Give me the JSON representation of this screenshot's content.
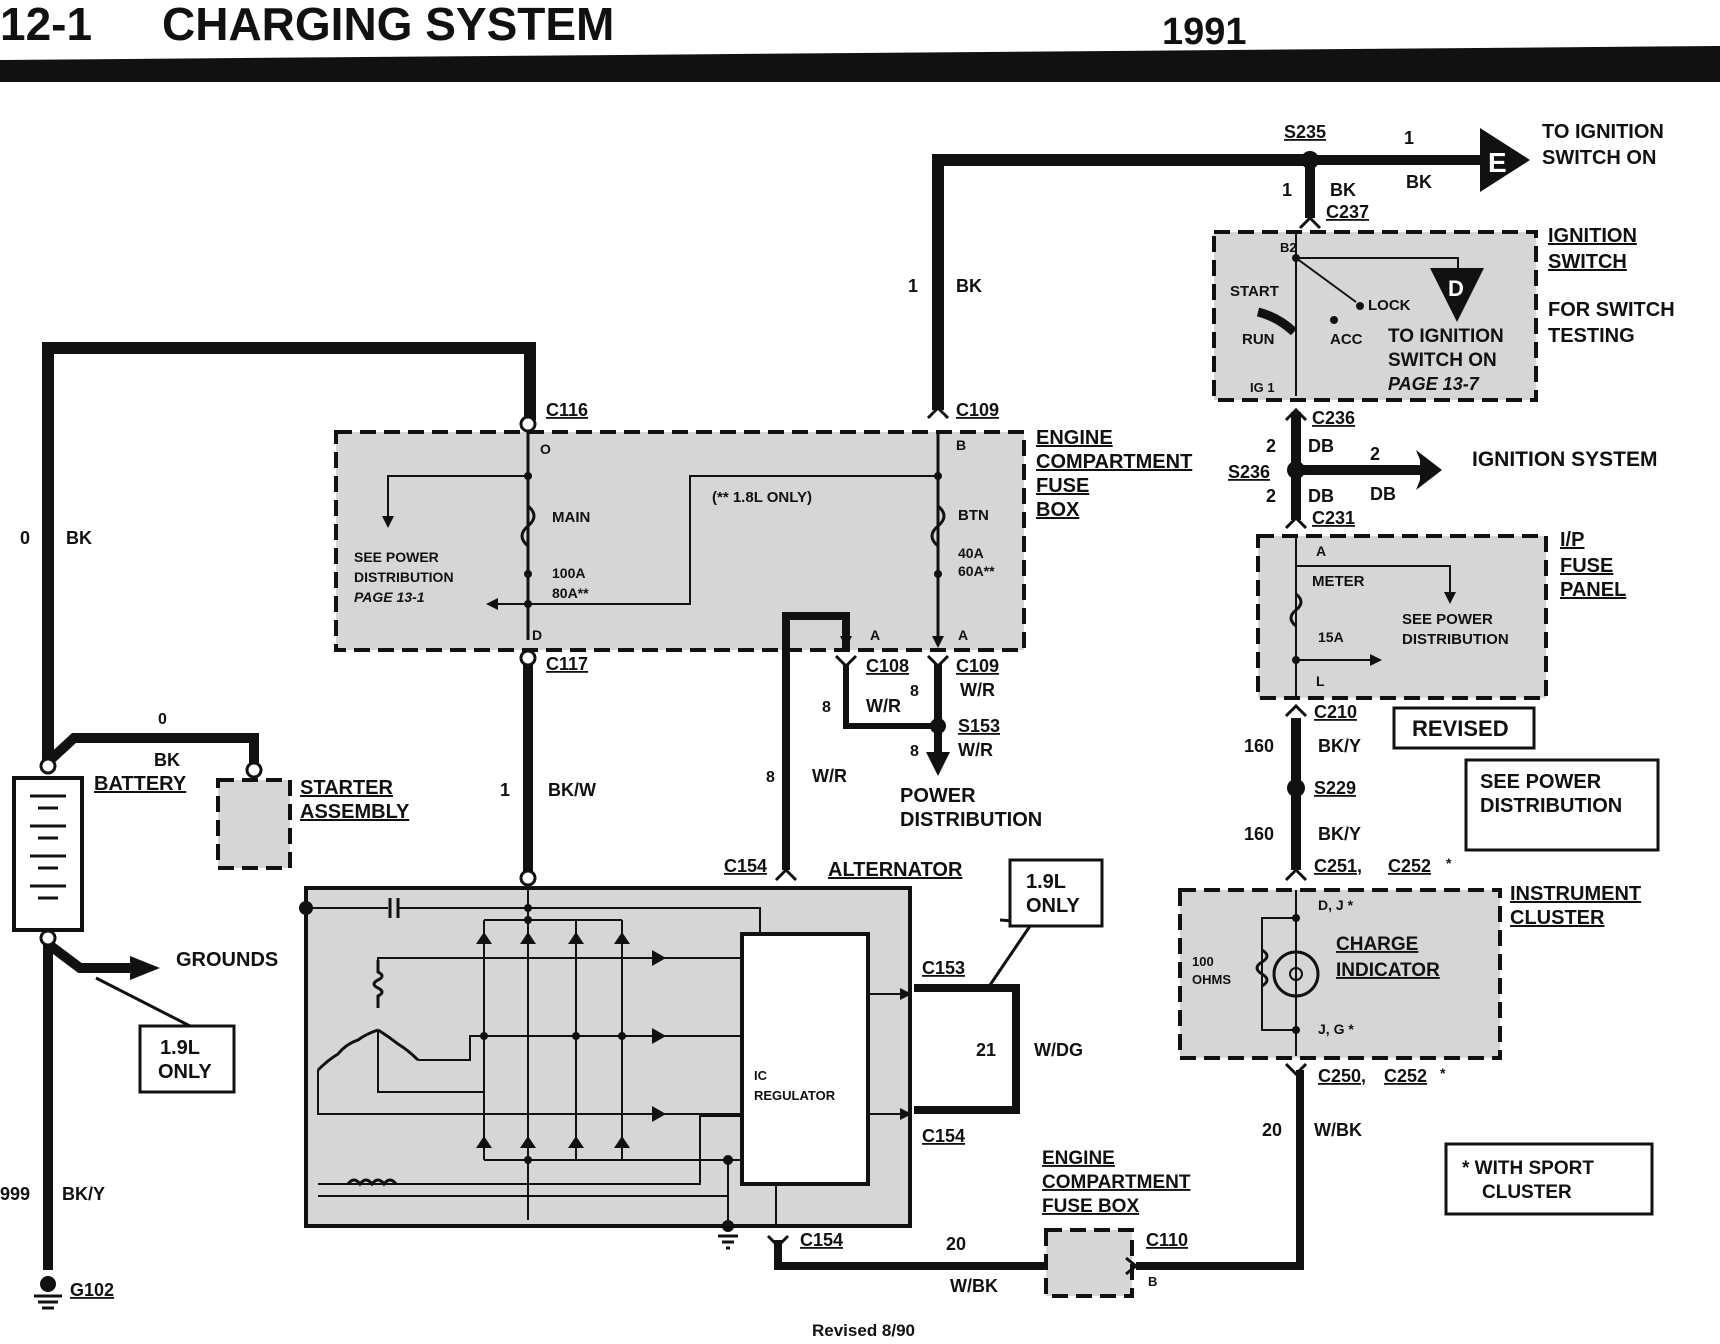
{
  "header": {
    "section": "12-1",
    "title": "CHARGING SYSTEM",
    "year": "1991"
  },
  "footer": {
    "revision": "Revised 8/90"
  },
  "connectors": {
    "c116": "C116",
    "c109_top": "C109",
    "c117": "C117",
    "c108": "C108",
    "c109_bot": "C109",
    "s153": "S153",
    "s235": "S235",
    "c237": "C237",
    "c236": "C236",
    "s236": "S236",
    "c231": "C231",
    "c210": "C210",
    "s229": "S229",
    "c251": "C251,",
    "c252_top": "C252",
    "c250": "C250,",
    "c252_bot": "C252",
    "c154_top": "C154",
    "c153": "C153",
    "c154_right": "C154",
    "c154_bot": "C154",
    "c110": "C110",
    "g102": "G102"
  },
  "components": {
    "engine_fuse_box": [
      "ENGINE",
      "COMPARTMENT",
      "FUSE",
      "BOX"
    ],
    "ignition_switch": [
      "IGNITION",
      "SWITCH"
    ],
    "switch_testing": [
      "FOR SWITCH",
      "TESTING"
    ],
    "ip_fuse_panel": [
      "I/P",
      "FUSE",
      "PANEL"
    ],
    "instrument_cluster": [
      "INSTRUMENT",
      "CLUSTER"
    ],
    "charge_indicator": [
      "CHARGE",
      "INDICATOR"
    ],
    "battery": "BATTERY",
    "starter": [
      "STARTER",
      "ASSEMBLY"
    ],
    "alternator": "ALTERNATOR",
    "ic_regulator": [
      "IC",
      "REGULATOR"
    ],
    "engine_fuse_box_bottom": [
      "ENGINE",
      "COMPARTMENT",
      "FUSE BOX"
    ]
  },
  "labels": {
    "to_ign_switch_on": [
      "TO IGNITION",
      "SWITCH ON"
    ],
    "ign_inner": [
      "TO IGNITION",
      "SWITCH ON",
      "PAGE 13-7"
    ],
    "ignition_system": "IGNITION SYSTEM",
    "power_distribution": [
      "POWER",
      "DISTRIBUTION"
    ],
    "see_power_dist_fuse": [
      "SEE POWER",
      "DISTRIBUTION",
      "PAGE 13-1"
    ],
    "see_power_dist_panel": [
      "SEE POWER",
      "DISTRIBUTION"
    ],
    "see_power_dist_box": [
      "SEE POWER",
      "DISTRIBUTION"
    ],
    "revised": "REVISED",
    "grounds": "GROUNDS",
    "only_19_left": [
      "1.9L",
      "ONLY"
    ],
    "only_19_right": [
      "1.9L",
      "ONLY"
    ],
    "sport_cluster": [
      "* WITH SPORT",
      "CLUSTER"
    ],
    "only_18": "(** 1.8L ONLY)",
    "main_fuse": [
      "MAIN",
      "100A",
      "80A**"
    ],
    "btn_fuse": [
      "BTN",
      "40A",
      "60A**"
    ],
    "meter_fuse": [
      "METER",
      "15A"
    ],
    "switch_positions": {
      "start": "START",
      "run": "RUN",
      "acc": "ACC",
      "lock": "LOCK",
      "b2": "B2",
      "ig1": "IG 1"
    },
    "ohms": [
      "100",
      "OHMS"
    ],
    "pins": {
      "o_top": "O",
      "b_top": "B",
      "d_pin": "D",
      "a1": "A",
      "a2": "A",
      "a_panel": "A",
      "l_panel": "L",
      "dj": "D, J *",
      "jg": "J, G *",
      "b_c110": "B"
    },
    "arrow_e": "E",
    "arrow_d": "D"
  },
  "wires": {
    "w1_bk": [
      "1",
      "BK"
    ],
    "w0_bk_left": [
      "0",
      "BK"
    ],
    "w0_bk_bat": [
      "0",
      "BK"
    ],
    "w1_bkw": [
      "1",
      "BK/W"
    ],
    "w8_wr_a": [
      "8",
      "W/R"
    ],
    "w8_wr_b": [
      "8",
      "W/R"
    ],
    "w8_wr_c": [
      "8",
      "W/R"
    ],
    "w8_wr_d": [
      "8",
      "W/R"
    ],
    "w1_bk_top": [
      "1",
      "BK"
    ],
    "w1_bk_c237": [
      "1",
      "BK"
    ],
    "w2_db_a": [
      "2",
      "DB"
    ],
    "w2_db_b": [
      "2",
      "DB"
    ],
    "w2_db_c": [
      "2",
      "DB"
    ],
    "w160_a": [
      "160",
      "BK/Y"
    ],
    "w160_b": [
      "160",
      "BK/Y"
    ],
    "w20_wbk": [
      "20",
      "W/BK"
    ],
    "w20_wbk_bot": [
      "20",
      "W/BK"
    ],
    "w21_wdg": [
      "21",
      "W/DG"
    ],
    "w999": [
      "999",
      "BK/Y"
    ]
  }
}
